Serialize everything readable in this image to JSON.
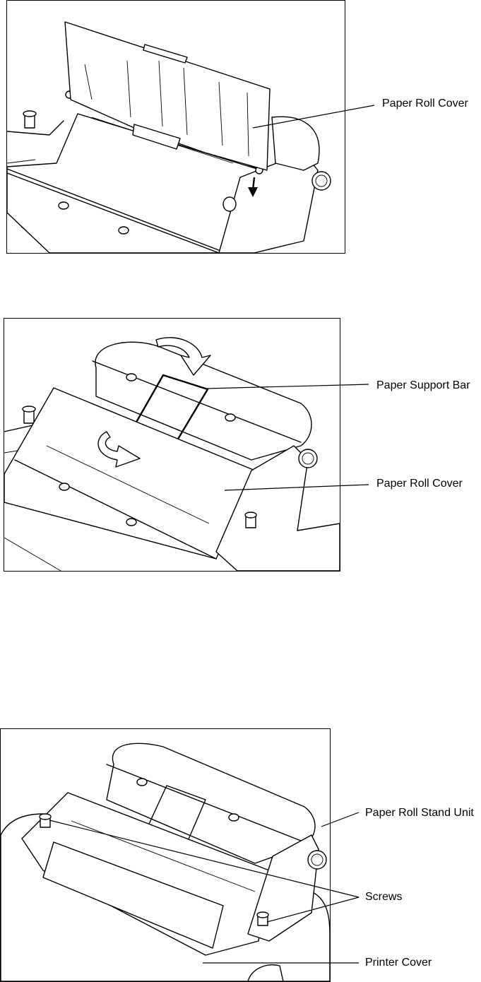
{
  "figure_1": {
    "callouts": [
      {
        "label": "Paper Roll Cover"
      }
    ]
  },
  "figure_2": {
    "callouts": [
      {
        "label": "Paper Support Bar"
      },
      {
        "label": "Paper Roll Cover"
      }
    ]
  },
  "figure_3": {
    "callouts": [
      {
        "label": "Paper Roll Stand Unit"
      },
      {
        "label": "Screws"
      },
      {
        "label": "Printer Cover"
      }
    ]
  }
}
